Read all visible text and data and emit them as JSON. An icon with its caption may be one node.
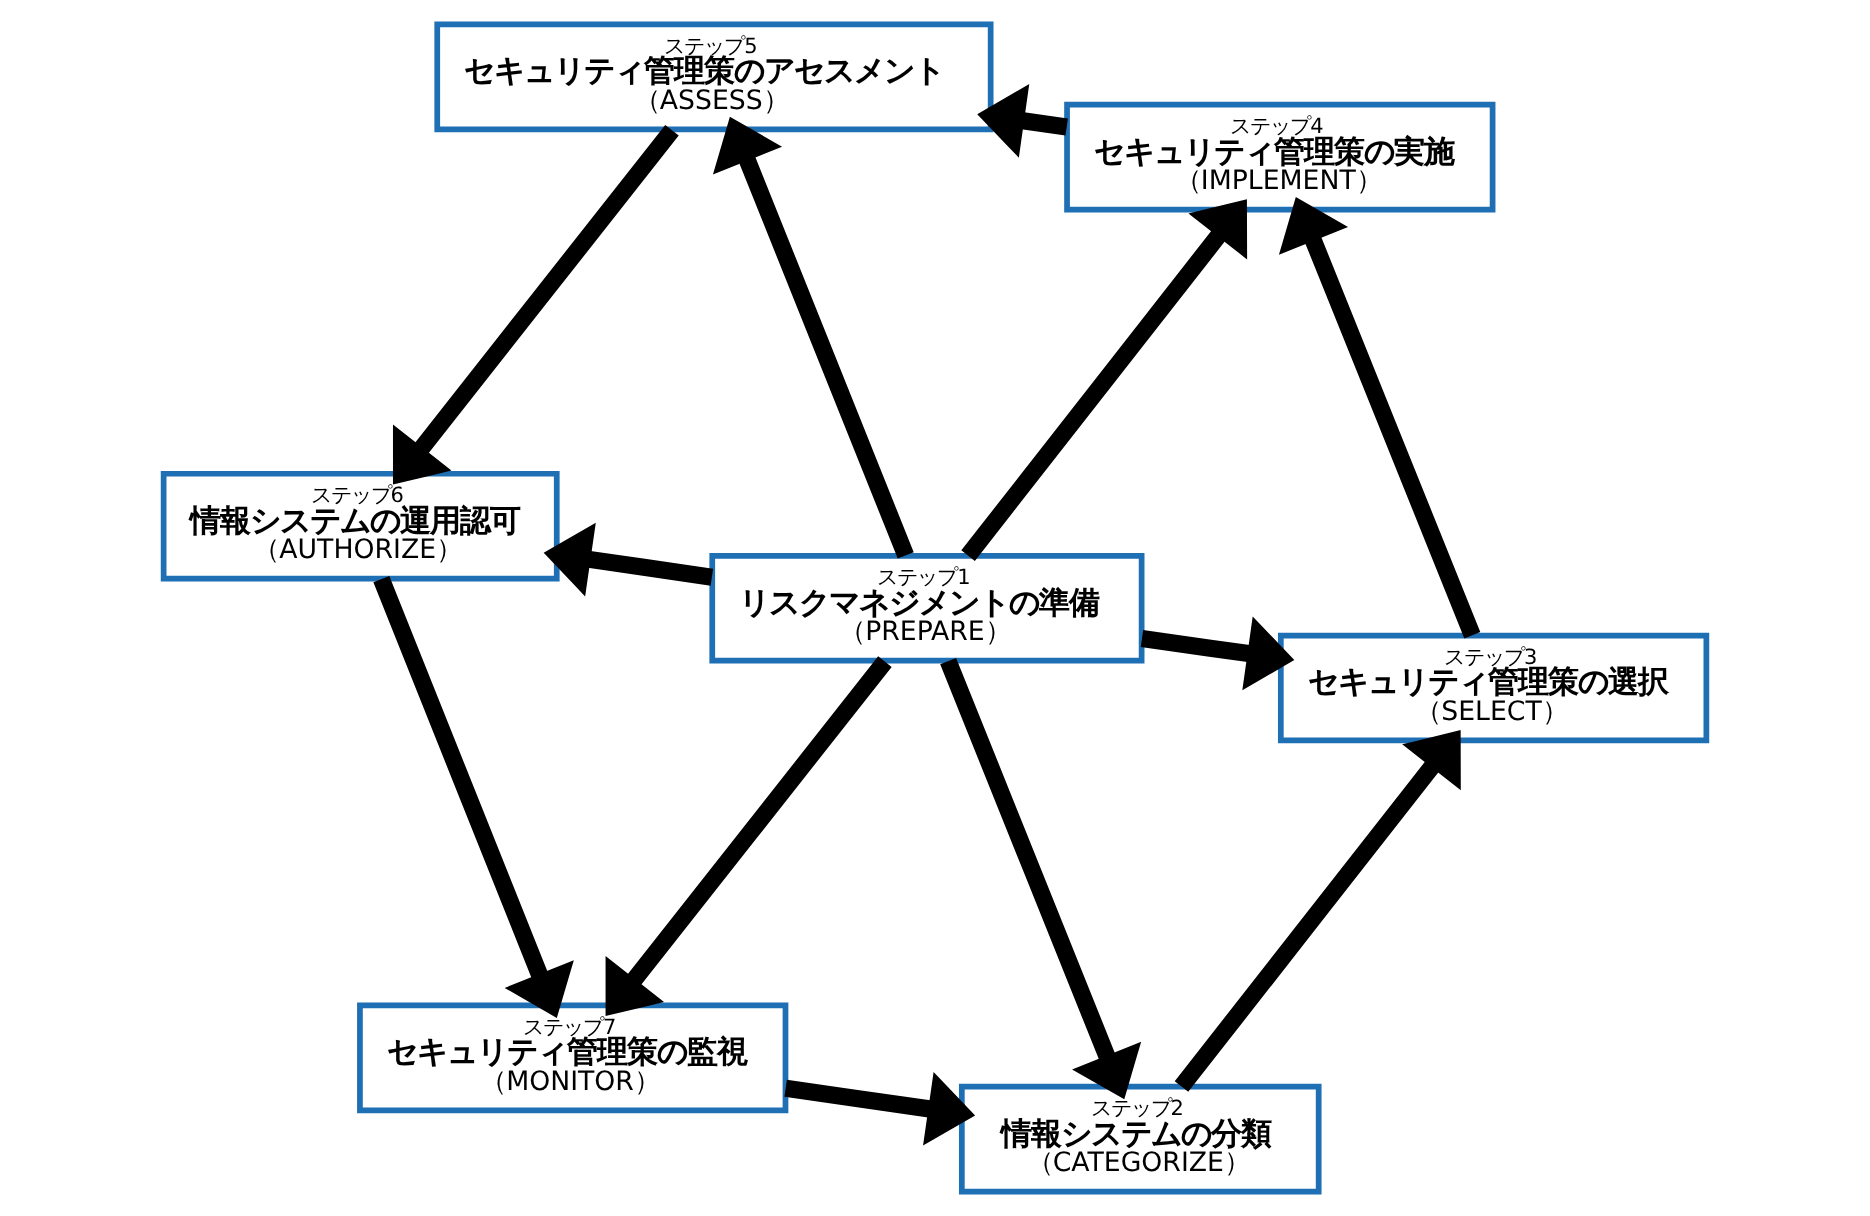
{
  "diagram": {
    "nodes": [
      {
        "text": [
          "ステップ1",
          "リスクマネジメントの準備",
          "（PREPARE）"
        ]
      },
      {
        "text": [
          "ステップ2",
          "情報システムの分類",
          "（CATEGORIZE）"
        ]
      },
      {
        "text": [
          "ステップ3",
          "セキュリティ管理策の選択",
          "（SELECT）"
        ]
      },
      {
        "text": [
          "ステップ4",
          "セキュリティ管理策の実施",
          "（IMPLEMENT）"
        ]
      },
      {
        "text": [
          "ステップ5",
          "セキュリティ管理策のアセスメント",
          "（ASSESS）"
        ]
      },
      {
        "text": [
          "ステップ6",
          "情報システムの運用認可",
          "（AUTHORIZE）"
        ]
      },
      {
        "text": [
          "ステップ7",
          "セキュリティ管理策の監視",
          "（MONITOR）"
        ]
      }
    ],
    "edges": [
      {
        "from": 1,
        "to": 2,
        "arrow": "to"
      },
      {
        "from": 2,
        "to": 3,
        "arrow": "to"
      },
      {
        "from": 3,
        "to": 4,
        "arrow": "to"
      },
      {
        "from": 4,
        "to": 5,
        "arrow": "to"
      },
      {
        "from": 5,
        "to": 6,
        "arrow": "to"
      },
      {
        "from": 6,
        "to": 1,
        "arrow": "to"
      },
      {
        "from": 0,
        "to": 1,
        "arrow": "to"
      },
      {
        "from": 0,
        "to": 2,
        "arrow": "to"
      },
      {
        "from": 0,
        "to": 3,
        "arrow": "to"
      },
      {
        "from": 0,
        "to": 4,
        "arrow": "to"
      },
      {
        "from": 0,
        "to": 5,
        "arrow": "to"
      },
      {
        "from": 0,
        "to": 6,
        "arrow": "to"
      }
    ]
  }
}
